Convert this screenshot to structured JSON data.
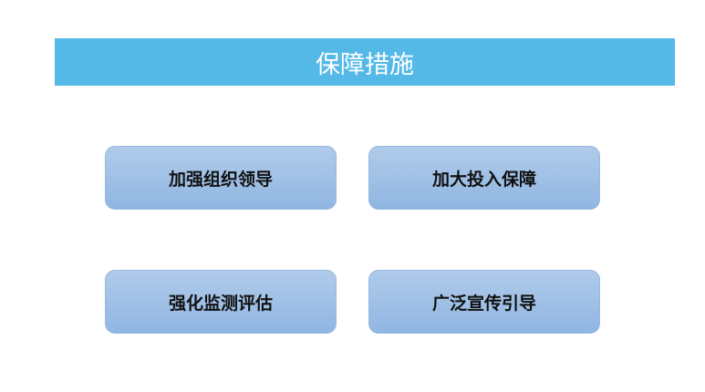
{
  "header": {
    "title": "保障措施"
  },
  "items": [
    {
      "label": "加强组织领导"
    },
    {
      "label": "加大投入保障"
    },
    {
      "label": "强化监测评估"
    },
    {
      "label": "广泛宣传引导"
    }
  ],
  "colors": {
    "header": "#55b9e7",
    "box": "#a0c0e6"
  }
}
